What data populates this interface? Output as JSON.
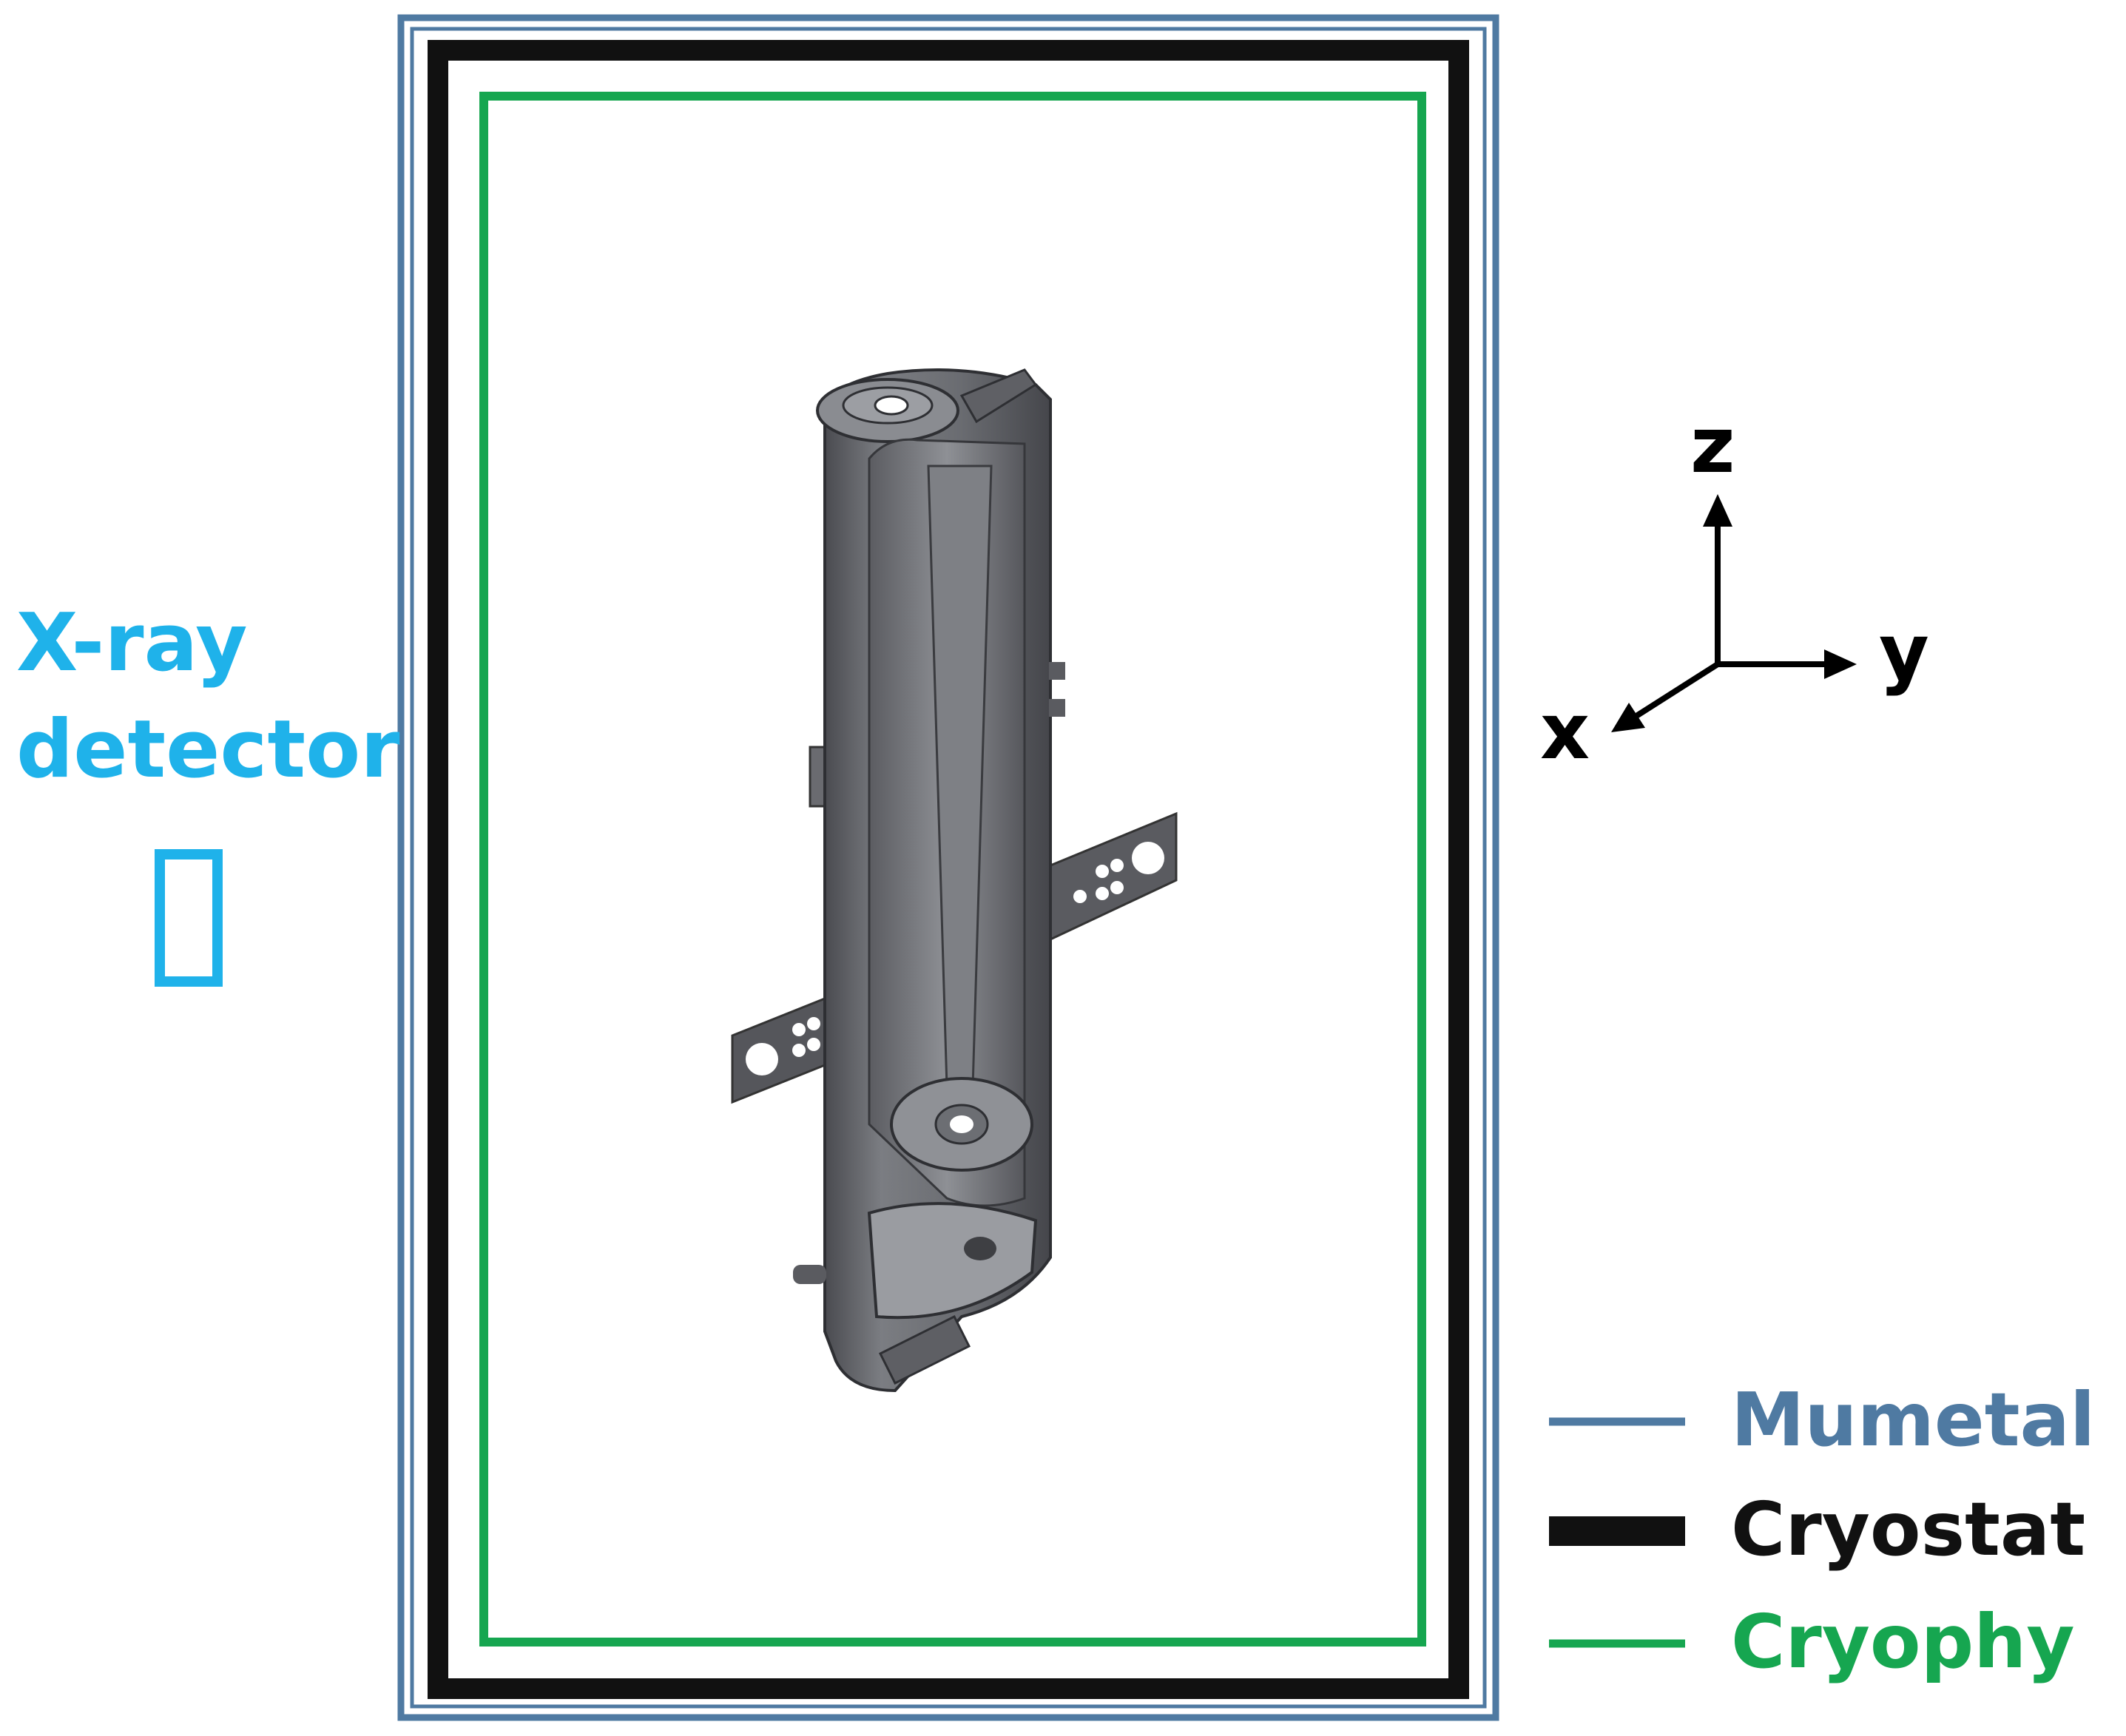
{
  "detector": {
    "label_line1": "X-ray",
    "label_line2": "detector",
    "color": "#1fb2ea"
  },
  "shields": [
    {
      "name": "Mumetal",
      "color": "#4f7aa2"
    },
    {
      "name": "Cryostat",
      "color": "#111111"
    },
    {
      "name": "Cryophy",
      "color": "#16a650"
    }
  ],
  "axes": {
    "z": "z",
    "y": "y",
    "x": "x"
  },
  "device": {
    "body_color": "#6b6d72",
    "dark_color": "#3f4044",
    "light_color": "#8d8f94"
  }
}
